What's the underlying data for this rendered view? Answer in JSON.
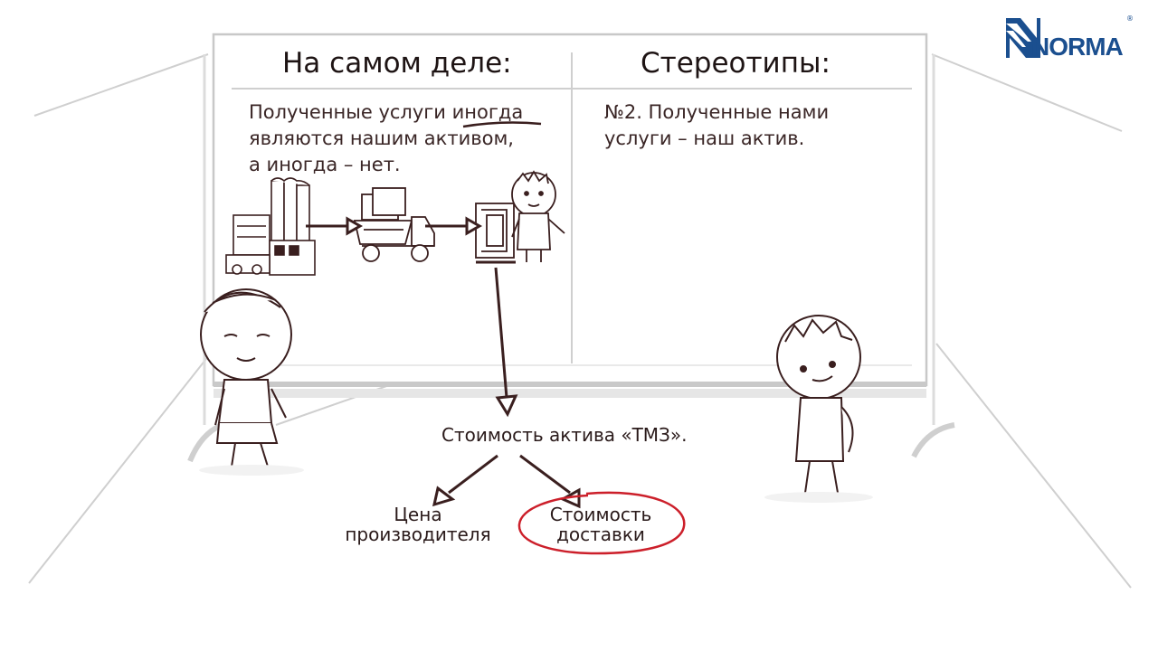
{
  "board": {
    "left_heading": "На самом деле:",
    "right_heading": "Стереотипы:",
    "left_text": "Полученные услуги иногда\nявляются нашим активом,\nа иногда – нет.",
    "right_text": "№2. Полученные нами\nуслуги – наш актив."
  },
  "flow": {
    "asset_cost": "Стоимость актива «ТМЗ».",
    "manufacturer_price": "Цена\nпроизводителя",
    "delivery_cost": "Стоимость\nдоставки"
  },
  "logo": {
    "text": "NORMA",
    "registered_mark": "®",
    "color": "#1b4f8f"
  },
  "colors": {
    "line": "#3a1f1f",
    "highlight": "#cc1f2a",
    "board": "#c8c8c8"
  },
  "icons": [
    "factory-icon",
    "truck-icon",
    "goods-icon",
    "child-figure-icon"
  ]
}
